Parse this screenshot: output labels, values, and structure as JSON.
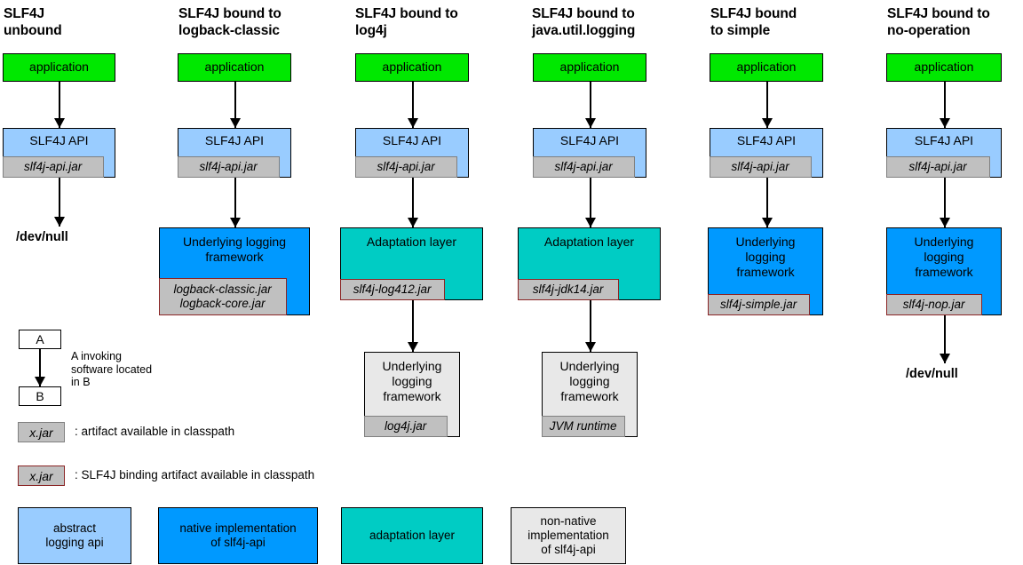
{
  "diagram": {
    "title": "SLF4J bindings diagram",
    "colors": {
      "application_green": "#00E800",
      "abstract_api_lightblue": "#99CCFF",
      "native_impl_brightblue": "#0099FF",
      "adaptation_teal": "#00CCC4",
      "non_native_offwhite": "#E8E8E8",
      "jar_grey": "#C0C0C0",
      "jar_border_grey": "#808080",
      "binding_border_red": "#8B2525"
    }
  },
  "columns": [
    {
      "id": "unbound",
      "title": "SLF4J\nunbound",
      "application": "application",
      "api": "SLF4J API",
      "api_jar": "slf4j-api.jar",
      "terminal": "/dev/null"
    },
    {
      "id": "logback-classic",
      "title": "SLF4J bound to\nlogback-classic",
      "application": "application",
      "api": "SLF4J API",
      "api_jar": "slf4j-api.jar",
      "underlying": "Underlying logging\nframework",
      "underlying_jar": "logback-classic.jar\nlogback-core.jar"
    },
    {
      "id": "log4j",
      "title": "SLF4J bound to\nlog4j",
      "application": "application",
      "api": "SLF4J API",
      "api_jar": "slf4j-api.jar",
      "adaptation": "Adaptation layer",
      "adaptation_jar": "slf4j-log412.jar",
      "underlying": "Underlying\nlogging\nframework",
      "underlying_jar": "log4j.jar"
    },
    {
      "id": "java-util-logging",
      "title": "SLF4J bound to\njava.util.logging",
      "application": "application",
      "api": "SLF4J API",
      "api_jar": "slf4j-api.jar",
      "adaptation": "Adaptation layer",
      "adaptation_jar": "slf4j-jdk14.jar",
      "underlying": "Underlying\nlogging\nframework",
      "underlying_jar": "JVM runtime"
    },
    {
      "id": "simple",
      "title": "SLF4J bound\nto simple",
      "application": "application",
      "api": "SLF4J API",
      "api_jar": "slf4j-api.jar",
      "underlying": "Underlying\nlogging\nframework",
      "underlying_jar": "slf4j-simple.jar"
    },
    {
      "id": "no-operation",
      "title": "SLF4J bound to\nno-operation",
      "application": "application",
      "api": "SLF4J API",
      "api_jar": "slf4j-api.jar",
      "underlying": "Underlying\nlogging\nframework",
      "underlying_jar": "slf4j-nop.jar",
      "terminal": "/dev/null"
    }
  ],
  "legend": {
    "invocation": {
      "box_a": "A",
      "box_b": "B",
      "description": "A invoking\nsoftware located\nin B"
    },
    "artifact": {
      "sample": "x.jar",
      "caption": ": artifact available in classpath"
    },
    "binding_artifact": {
      "sample": "x.jar",
      "caption": ": SLF4J binding artifact available in classpath"
    },
    "keys": [
      {
        "label": "abstract\nlogging api",
        "color": "#99CCFF"
      },
      {
        "label": "native implementation\nof slf4j-api",
        "color": "#0099FF"
      },
      {
        "label": "adaptation layer",
        "color": "#00CCC4"
      },
      {
        "label": "non-native\nimplementation\nof slf4j-api",
        "color": "#E8E8E8"
      }
    ]
  }
}
